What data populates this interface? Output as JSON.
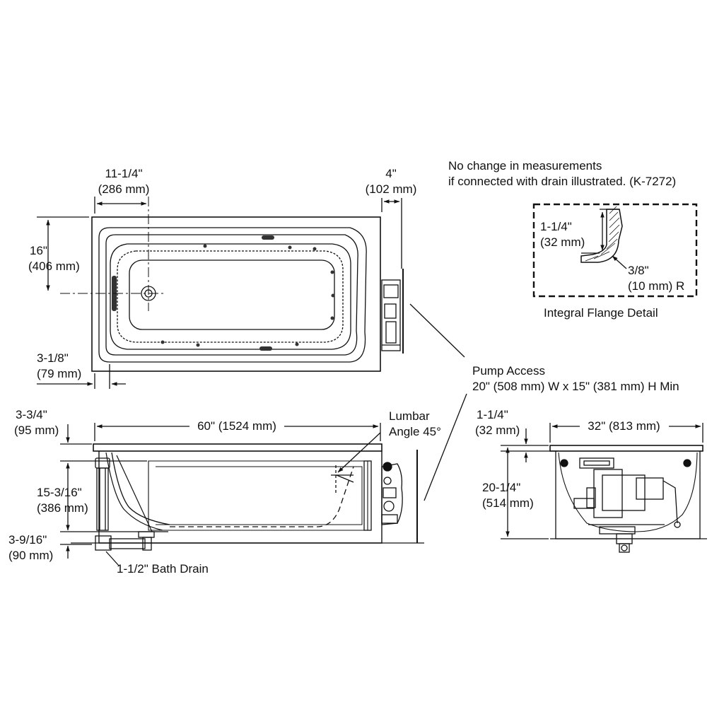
{
  "note": {
    "line1": "No change in measurements",
    "line2": "if connected with drain illustrated. (K-7272)"
  },
  "top_view": {
    "drain_offset": {
      "imperial": "11-1/4\"",
      "metric": "(286 mm)"
    },
    "pump_offset": {
      "imperial": "4\"",
      "metric": "(102 mm)"
    },
    "drain_center_height": {
      "imperial": "16\"",
      "metric": "(406 mm)"
    },
    "deck_edge": {
      "imperial": "3-1/8\"",
      "metric": "(79 mm)"
    }
  },
  "flange_detail": {
    "height": {
      "imperial": "1-1/4\"",
      "metric": "(32 mm)"
    },
    "radius": {
      "imperial": "3/8\"",
      "metric": "(10 mm) R"
    },
    "caption": "Integral Flange Detail"
  },
  "pump_access": {
    "title": "Pump Access",
    "size": "20\" (508 mm) W x 15\" (381 mm) H Min"
  },
  "side_view": {
    "length": "60\" (1524 mm)",
    "lumbar": {
      "line1": "Lumbar",
      "line2": "Angle 45°"
    },
    "rim_height": {
      "imperial": "3-3/4\"",
      "metric": "(95 mm)"
    },
    "basin_depth": {
      "imperial": "15-3/16\"",
      "metric": "(386 mm)"
    },
    "drain_height": {
      "imperial": "3-9/16\"",
      "metric": "(90 mm)"
    },
    "drain_label": "1-1/2\" Bath Drain"
  },
  "end_view": {
    "flange": {
      "imperial": "1-1/4\"",
      "metric": "(32 mm)"
    },
    "width": "32\" (813 mm)",
    "height": {
      "imperial": "20-1/4\"",
      "metric": "(514 mm)"
    }
  }
}
